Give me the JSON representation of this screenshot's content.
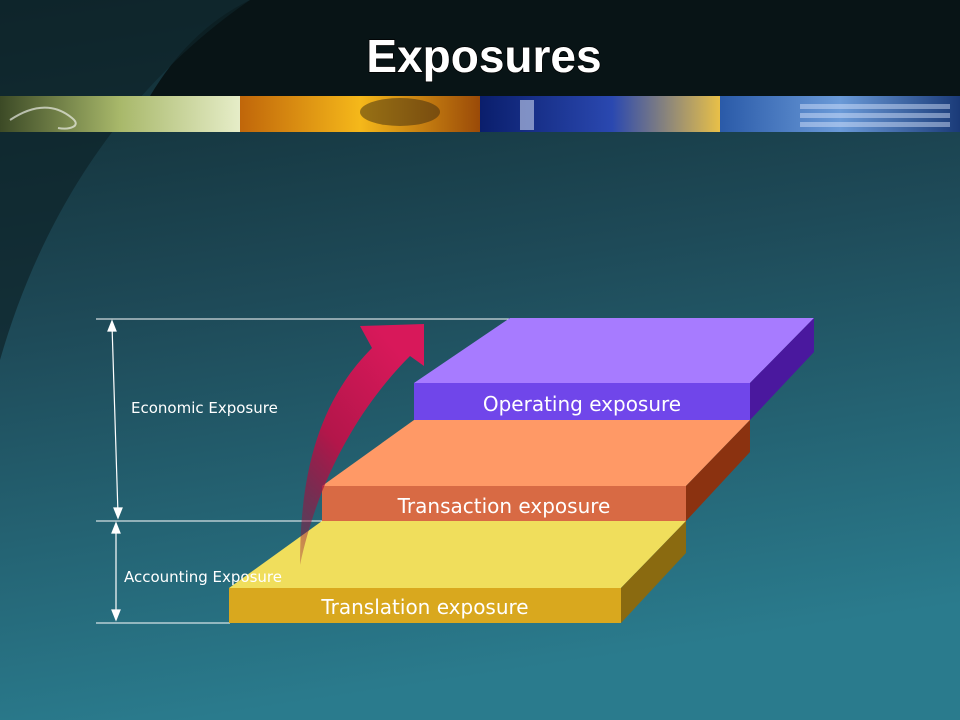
{
  "slide": {
    "title": "Exposures"
  },
  "diagram": {
    "steps": [
      {
        "label": "Translation exposure"
      },
      {
        "label": "Transaction exposure"
      },
      {
        "label": "Operating exposure"
      }
    ],
    "brackets": {
      "economic": "Economic Exposure",
      "accounting": "Accounting Exposure"
    }
  },
  "colors": {
    "background_dark": "#12303a",
    "background_light": "#2a7a8c",
    "title_bar": "#0a1a1c",
    "step_translation_top": "#f0de5c",
    "step_translation_front": "#d9a81e",
    "step_translation_side": "#8a6a10",
    "step_transaction_top": "#ff9966",
    "step_transaction_front": "#d86a44",
    "step_transaction_side": "#8b3210",
    "step_operating_top": "#a77bff",
    "step_operating_front": "#7046ea",
    "step_operating_side": "#4a189e",
    "arrow": "#c4174f"
  },
  "icons": {
    "banner": [
      "mouse-photo",
      "keys-photo",
      "laboratory-photo",
      "keyboard-photo"
    ]
  }
}
